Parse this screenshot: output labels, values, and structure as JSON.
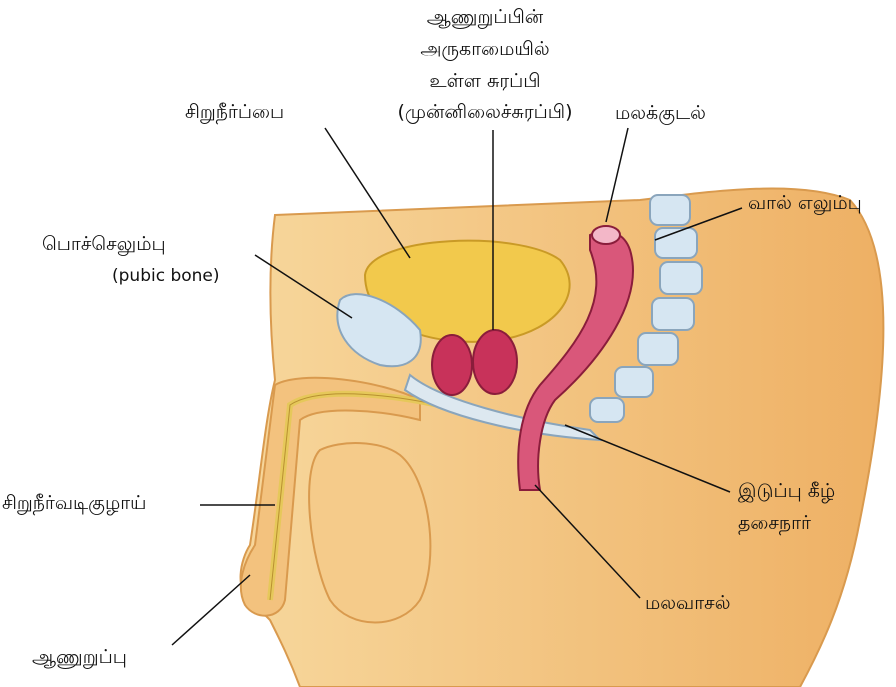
{
  "labels": {
    "prostate": [
      "ஆணுறுப்பின்",
      "அருகாமையில்",
      "உள்ள சுரப்பி",
      "(முன்னிலைச்சுரப்பி)"
    ],
    "bladder": "சிறுநீர்ப்பை",
    "rectum": "மலக்குடல்",
    "tailbone": "வால் எலும்பு",
    "pubic_bone": "பொச்செலும்பு",
    "pubic_bone_en": "(pubic bone)",
    "urethra": "சிறுநீர்வடிகுழாய்",
    "pelvic_floor": [
      "இடுப்பு கீழ்",
      "தசைநார்"
    ],
    "anus": "மலவாசல்",
    "penis": "ஆணுறுப்பு"
  },
  "colors": {
    "skin": "#f6c984",
    "skin_dark": "#e9a95a",
    "bladder": "#f2c94c",
    "prostate": "#c8325a",
    "rectum": "#d9577a",
    "bone": "#d6e6f2"
  }
}
